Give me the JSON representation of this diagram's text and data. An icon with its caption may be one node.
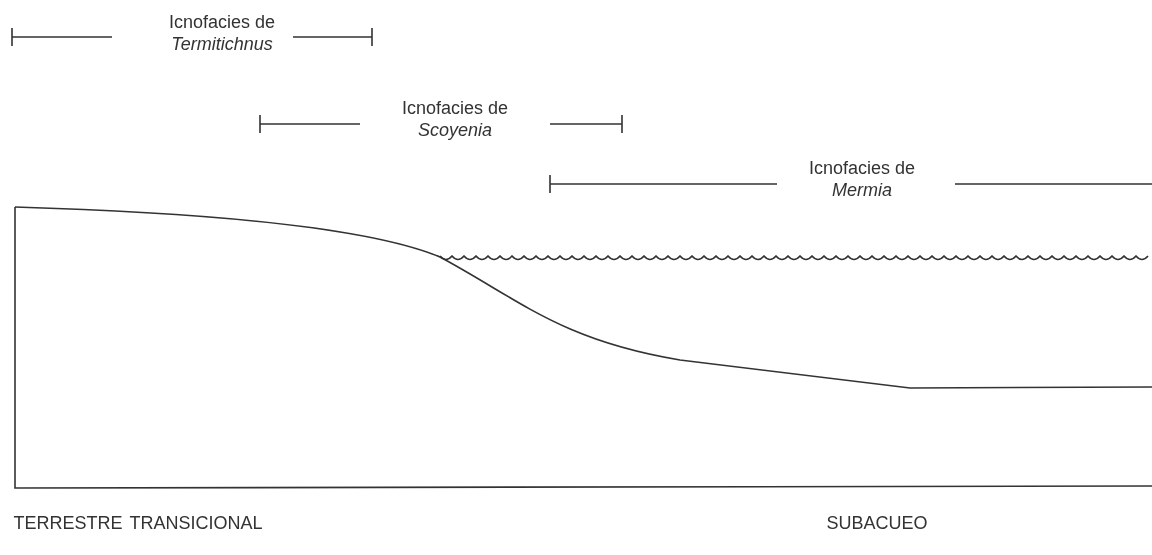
{
  "diagram": {
    "labels": [
      "Icnofacies de *Termitichnus*",
      "Icnofacies de *Scoyenia*",
      "Icnofacies de *Mermia*",
      "TERRESTRE",
      "TRANSICIONAL",
      "SUBACUEO"
    ]
  }
}
